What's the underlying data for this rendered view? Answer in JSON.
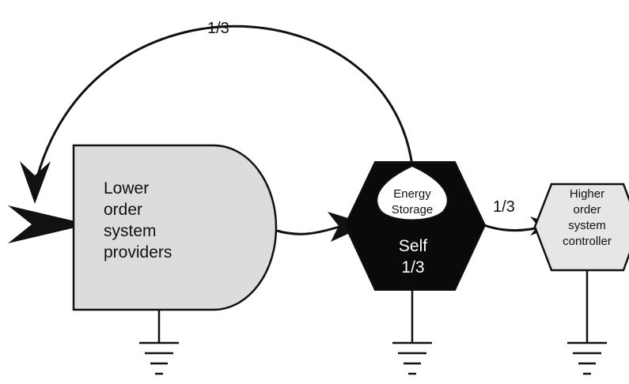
{
  "diagram": {
    "feedback_label": "1/3",
    "output_label": "1/3",
    "lower": {
      "line1": "Lower",
      "line2": "order",
      "line3": "system",
      "line4": "providers"
    },
    "storage": {
      "line1": "Energy",
      "line2": "Storage"
    },
    "self": {
      "line1": "Self",
      "line2": "1/3"
    },
    "higher": {
      "line1": "Higher",
      "line2": "order",
      "line3": "system",
      "line4": "controller"
    }
  },
  "colors": {
    "ink": "#111111",
    "lower_fill": "#dcdcdc",
    "self_fill": "#0a0a0a",
    "storage_fill": "#ffffff",
    "higher_fill": "#e6e6e6"
  }
}
